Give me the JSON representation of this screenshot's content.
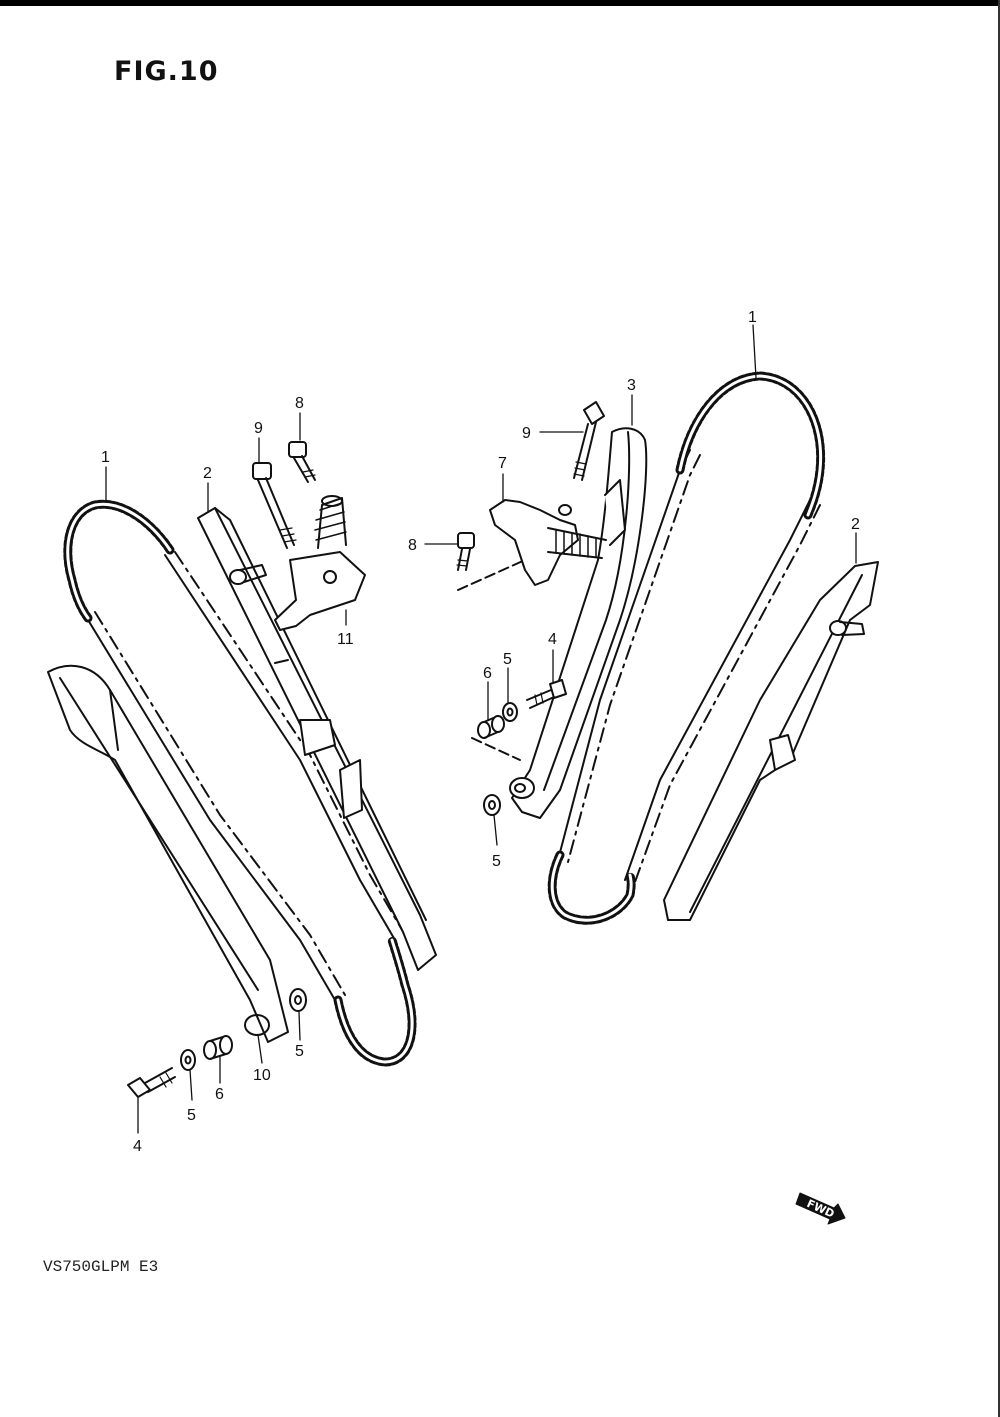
{
  "figure": {
    "title": "FIG.10",
    "model_code": "VS750GLPM E3",
    "direction_label": "FWD"
  },
  "callouts": {
    "left": {
      "chain": "1",
      "guide_right": "2",
      "bolt_long": "9",
      "bolt_short": "8",
      "tensioner_adjuster": "11",
      "bolt_bottom": "4",
      "washer_bottom": "5",
      "bushing_bottom": "6",
      "pivot_bushing": "10",
      "washer_right": "5"
    },
    "right": {
      "chain": "1",
      "tensioner_guide": "3",
      "bolt_long": "9",
      "adjuster": "7",
      "bolt_short": "8",
      "bolt": "4",
      "washer_top": "5",
      "bushing": "6",
      "washer_bottom": "5",
      "guide": "2"
    }
  },
  "colors": {
    "ink": "#111111",
    "paper": "#ffffff"
  }
}
